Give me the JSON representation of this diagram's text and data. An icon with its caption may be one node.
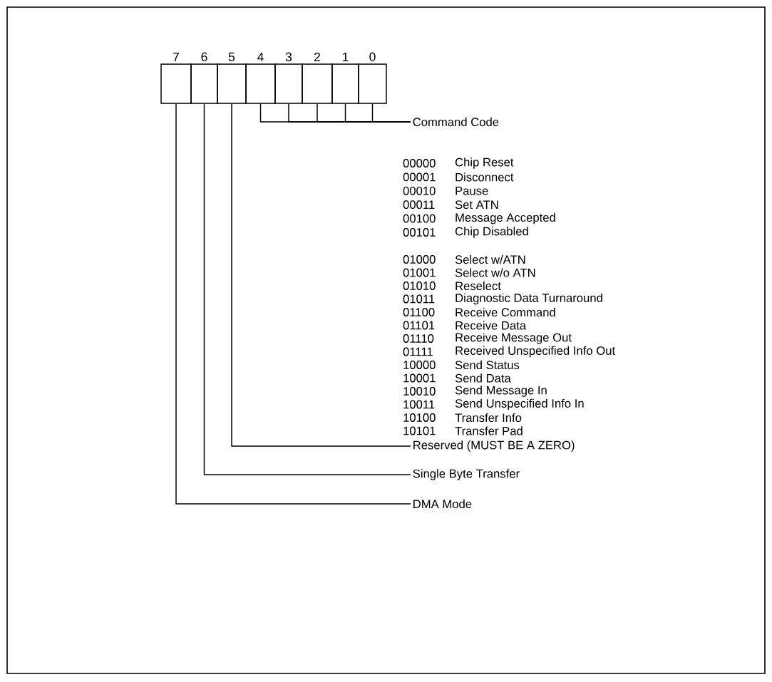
{
  "diagram": {
    "nodes": [
      {
        "text": [
          "7"
        ]
      },
      {
        "text": [
          "6"
        ]
      },
      {
        "text": [
          "5"
        ]
      },
      {
        "text": [
          "4"
        ]
      },
      {
        "text": [
          "3"
        ]
      },
      {
        "text": [
          "2"
        ]
      },
      {
        "text": [
          "1"
        ]
      },
      {
        "text": [
          "0"
        ]
      },
      {
        "text": [
          "Command Code"
        ]
      },
      {
        "text": [
          "Reserved (MUST BE A ZERO)"
        ]
      },
      {
        "text": [
          "Single Byte Transfer"
        ]
      },
      {
        "text": [
          "DMA Mode"
        ]
      }
    ],
    "edges": [
      {
        "from": 3,
        "to": 8,
        "arrow": "none"
      },
      {
        "from": 4,
        "to": 8,
        "arrow": "none"
      },
      {
        "from": 5,
        "to": 8,
        "arrow": "none"
      },
      {
        "from": 6,
        "to": 8,
        "arrow": "none"
      },
      {
        "from": 7,
        "to": 8,
        "arrow": "none"
      },
      {
        "from": 2,
        "to": 9,
        "arrow": "none"
      },
      {
        "from": 1,
        "to": 10,
        "arrow": "none"
      },
      {
        "from": 0,
        "to": 11,
        "arrow": "none"
      }
    ],
    "labels": [
      "00000",
      "Chip Reset",
      "00001",
      "Disconnect",
      "00010",
      "Pause",
      "00011",
      "Set ATN",
      "00100",
      "Message Accepted",
      "00101",
      "Chip Disabled",
      "01000",
      "Select w/ATN",
      "01001",
      "Select w/o ATN",
      "01010",
      "Reselect",
      "01011",
      "Diagnostic Data Turnaround",
      "01100",
      "Receive Command",
      "01101",
      "Receive Data",
      "01110",
      "Receive Message Out",
      "01111",
      "Received Unspecified Info Out",
      "10000",
      "Send Status",
      "10001",
      "Send Data",
      "10010",
      "Send Message In",
      "10011",
      "Send Unspecified Info In",
      "10100",
      "Transfer Info",
      "10101",
      "Transfer Pad"
    ]
  }
}
